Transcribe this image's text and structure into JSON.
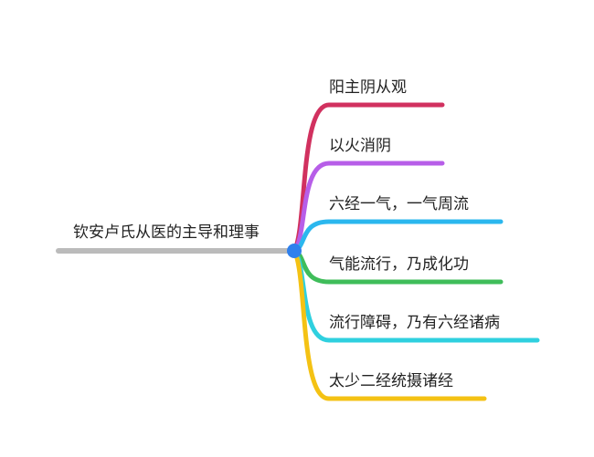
{
  "root": {
    "label": "钦安卢氏从医的主导和理事",
    "line_color": "#bbbbbb",
    "node_color": "#2f80ed"
  },
  "branches": [
    {
      "label": "阳主阴从观",
      "color": "#d1315f"
    },
    {
      "label": "以火消阴",
      "color": "#b75ee8"
    },
    {
      "label": "六经一气，一气周流",
      "color": "#2bb7ee"
    },
    {
      "label": "气能流行，乃成化功",
      "color": "#3fbd5a"
    },
    {
      "label": "流行障碍，乃有六经诸病",
      "color": "#2fd0df"
    },
    {
      "label": "太少二经统摄诸经",
      "color": "#f4c214"
    }
  ]
}
